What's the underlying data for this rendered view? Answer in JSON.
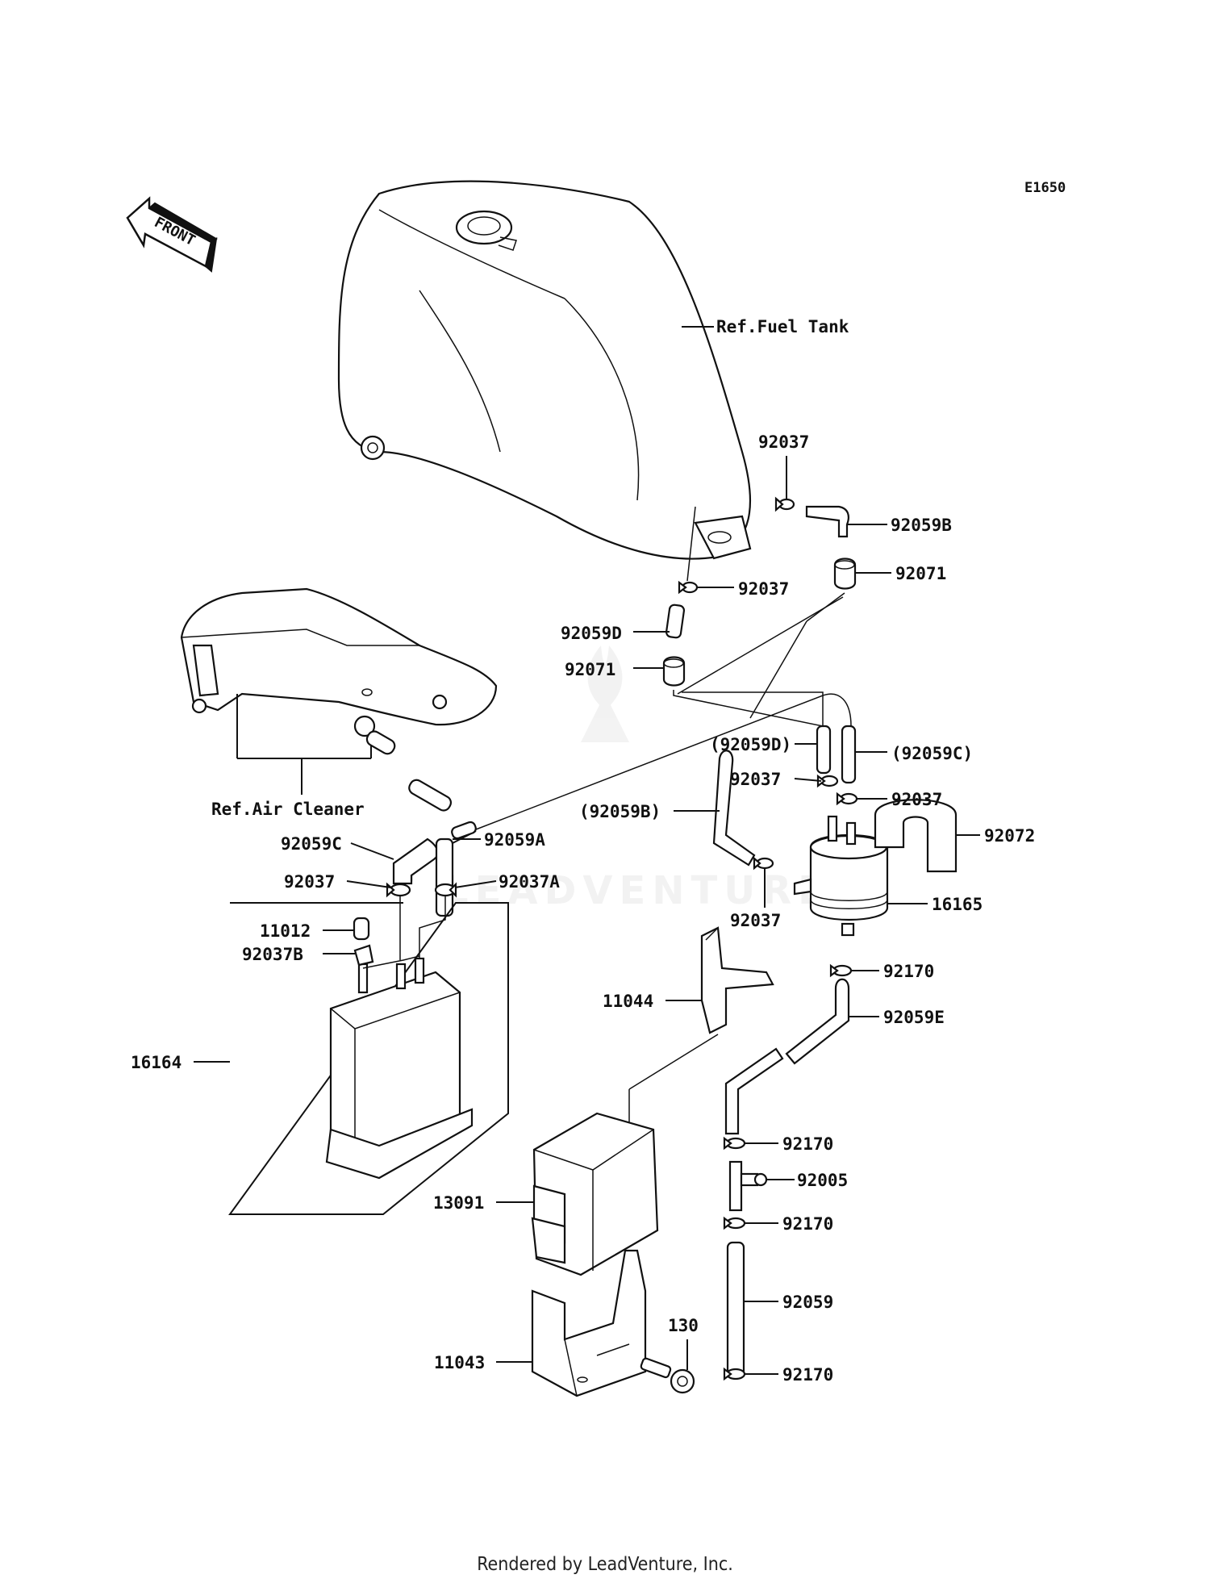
{
  "diagram": {
    "code": "E1650",
    "front_label": "FRONT",
    "refs": {
      "fuel_tank": "Ref.Fuel Tank",
      "air_cleaner": "Ref.Air Cleaner"
    },
    "labels": {
      "l_92037_top": "92037",
      "l_92059B": "92059B",
      "l_92071_right": "92071",
      "l_92037_mid": "92037",
      "l_92059D": "92059D",
      "l_92071_left": "92071",
      "l_92059D_paren": "(92059D)",
      "l_92059C_paren": "(92059C)",
      "l_92037_a": "92037",
      "l_92037_b": "92037",
      "l_92059B_paren": "(92059B)",
      "l_92072": "92072",
      "l_92059C": "92059C",
      "l_92059A": "92059A",
      "l_92037_c": "92037",
      "l_92037A": "92037A",
      "l_92037_d": "92037",
      "l_16165": "16165",
      "l_11012": "11012",
      "l_92037B": "92037B",
      "l_92170_a": "92170",
      "l_11044": "11044",
      "l_92059E": "92059E",
      "l_16164": "16164",
      "l_92170_b": "92170",
      "l_92005": "92005",
      "l_13091": "13091",
      "l_92170_c": "92170",
      "l_92059": "92059",
      "l_130": "130",
      "l_11043": "11043",
      "l_92170_d": "92170"
    }
  },
  "footer": {
    "text": "Rendered by LeadVenture, Inc."
  }
}
